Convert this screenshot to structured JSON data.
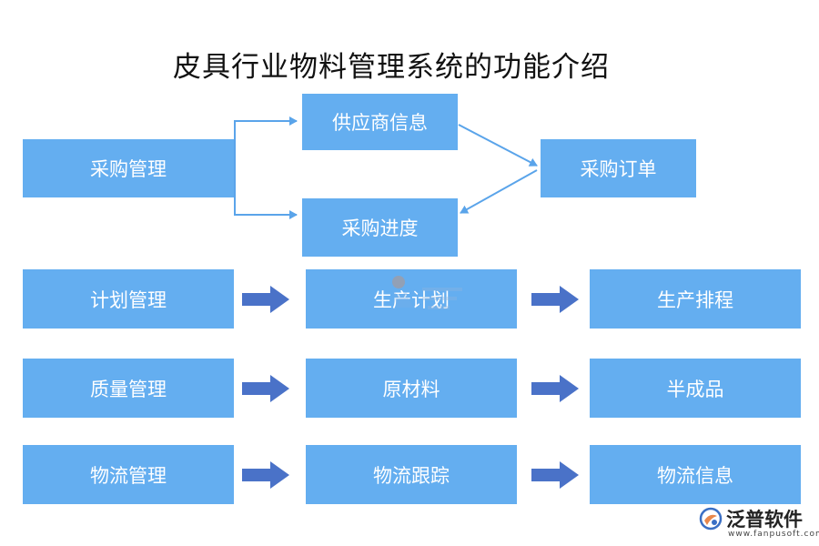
{
  "title": "皮具行业物料管理系统的功能介绍",
  "colors": {
    "box": "#64aef0",
    "arrow": "#4a72c8",
    "connector": "#5aa4ea"
  },
  "purchase": {
    "management": "采购管理",
    "supplier_info": "供应商信息",
    "progress": "采购进度",
    "order": "采购订单"
  },
  "plan_row": {
    "management": "计划管理",
    "step1": "生产计划",
    "step2": "生产排程"
  },
  "quality_row": {
    "management": "质量管理",
    "step1": "原材料",
    "step2": "半成品"
  },
  "logistics_row": {
    "management": "物流管理",
    "step1": "物流跟踪",
    "step2": "物流信息"
  },
  "logo": {
    "name": "泛普软件",
    "url": "www.fanpusoft.com"
  }
}
